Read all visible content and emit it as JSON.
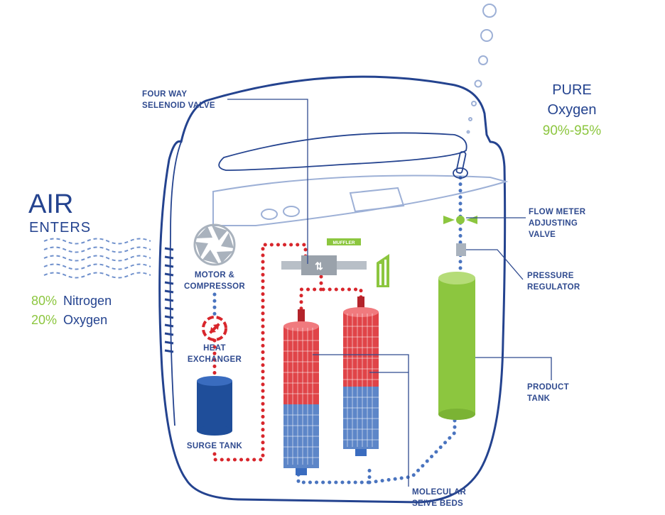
{
  "air": {
    "title": "AIR",
    "subtitle": "ENTERS",
    "nitrogen_pct": "80%",
    "nitrogen_label": "Nitrogen",
    "oxygen_pct": "20%",
    "oxygen_label": "Oxygen"
  },
  "output": {
    "line1": "PURE",
    "line2": "Oxygen",
    "purity": "90%-95%"
  },
  "labels": {
    "valve_line1": "FOUR WAY",
    "valve_line2": "SELENOID VALVE",
    "motor_line1": "MOTOR &",
    "motor_line2": "COMPRESSOR",
    "heat_line1": "HEAT",
    "heat_line2": "EXCHANGER",
    "surge": "SURGE TANK",
    "flow_line1": "FLOW METER",
    "flow_line2": "ADJUSTING",
    "flow_line3": "VALVE",
    "pressure_line1": "PRESSURE",
    "pressure_line2": "REGULATOR",
    "product_line1": "PRODUCT",
    "product_line2": "TANK",
    "sieve_line1": "MOLECULAR",
    "sieve_line2": "SEIVE BEDS",
    "muffler": "MUFFLER"
  },
  "colors": {
    "navy": "#24438f",
    "green": "#8cc63f",
    "red": "#d8262c",
    "blue": "#4a74bf"
  }
}
